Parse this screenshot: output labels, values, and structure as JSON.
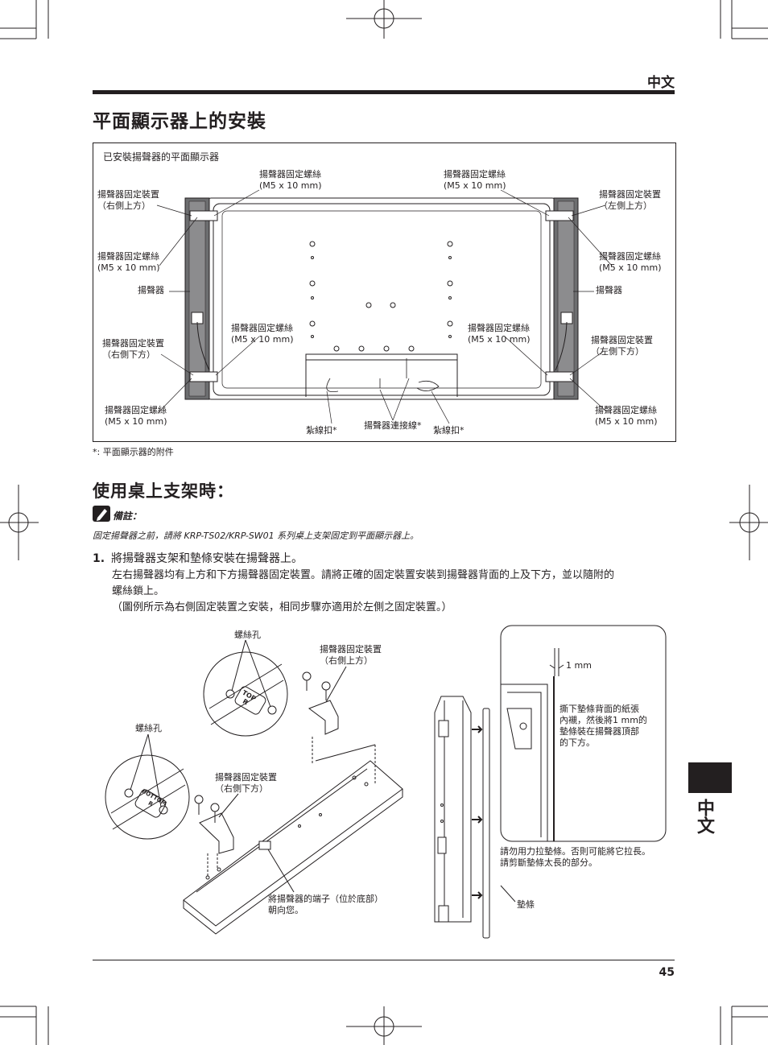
{
  "header": {
    "language_label": "中文",
    "title": "平面顯示器上的安裝"
  },
  "figure1": {
    "caption": "已安裝揚聲器的平面顯示器",
    "labels": {
      "screw_top_left": [
        "揚聲器固定螺絲",
        "(M5 x 10 mm)"
      ],
      "screw_top_right": [
        "揚聲器固定螺絲",
        "(M5 x 10 mm)"
      ],
      "bracket_right_top": [
        "揚聲器固定裝置",
        "（右側上方）"
      ],
      "bracket_left_top": [
        "揚聲器固定裝置",
        "（左側上方）"
      ],
      "screw_left_mid": [
        "揚聲器固定螺絲",
        "(M5 x 10 mm)"
      ],
      "screw_right_mid": [
        "揚聲器固定螺絲",
        "(M5 x 10 mm)"
      ],
      "speaker_left": "揚聲器",
      "speaker_right": "揚聲器",
      "screw_center_left": [
        "揚聲器固定螺絲",
        "(M5 x 10 mm)"
      ],
      "screw_center_right": [
        "揚聲器固定螺絲",
        "(M5 x 10 mm)"
      ],
      "bracket_right_bottom": [
        "揚聲器固定裝置",
        "（右側下方）"
      ],
      "bracket_left_bottom": [
        "揚聲器固定裝置",
        "（左側下方）"
      ],
      "screw_bottom_left": [
        "揚聲器固定螺絲",
        "(M5 x 10 mm)"
      ],
      "screw_bottom_right": [
        "揚聲器固定螺絲",
        "(M5 x 10 mm)"
      ],
      "cable_tie_left": "紮線扣*",
      "speaker_cable": "揚聲器連接線*",
      "cable_tie_right": "紮線扣*"
    },
    "footnote": "*: 平面顯示器的附件"
  },
  "section2": {
    "title": "使用桌上支架時：",
    "note_label": "備註：",
    "note_text": "固定揚聲器之前，請將 KRP-TS02/KRP-SW01 系列桌上支架固定到平面顯示器上。",
    "step_number": "1.",
    "step_title": "將揚聲器支架和墊條安裝在揚聲器上。",
    "body": [
      "左右揚聲器均有上方和下方揚聲器固定裝置。請將正確的固定裝置安裝到揚聲器背面的上及下方，並以隨附的",
      "螺絲鎖上。",
      "（圖例所示為右側固定裝置之安裝，相同步驟亦適用於左側之固定裝置。）"
    ]
  },
  "figure2": {
    "labels": {
      "screw_hole_top": "螺絲孔",
      "bracket_top": [
        "揚聲器固定裝置",
        "（右側上方）"
      ],
      "screw_hole_bottom": "螺絲孔",
      "bracket_bottom": [
        "揚聲器固定裝置",
        "（右側下方）"
      ],
      "terminal": [
        "將揚聲器的端子（位於底部）",
        "朝向您。"
      ],
      "tag_top": [
        "TOP",
        "R"
      ],
      "tag_bottom": [
        "BOTTOM",
        "R"
      ],
      "dimension": "1 mm",
      "peel_note": [
        "撕下墊條背面的紙張",
        "內襯，然後將1 mm的",
        "墊條裝在揚聲器頂部",
        "的下方。"
      ],
      "warning": [
        "請勿用力拉墊條。否則可能將它拉長。",
        "請剪斷墊條太長的部分。"
      ],
      "pad": "墊條"
    }
  },
  "side_tab": {
    "label": "中文"
  },
  "footer": {
    "page_number": "45"
  }
}
